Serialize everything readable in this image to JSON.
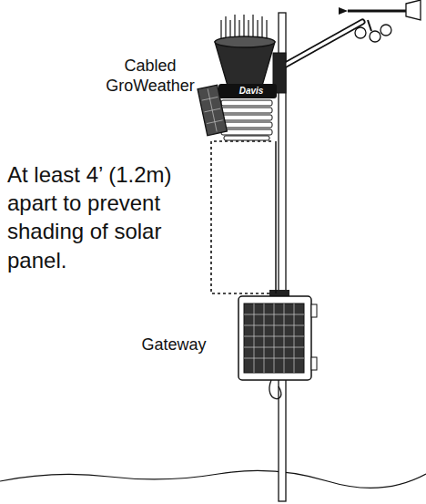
{
  "diagram": {
    "nodes": [
      {
        "text": [
          "Cabled GroWeather"
        ]
      },
      {
        "text": [
          "Gateway"
        ]
      }
    ],
    "edges": [
      {
        "from": 0,
        "to": 1,
        "arrow": "none"
      }
    ],
    "labels": [
      "At least 4’ (1.2m) apart to prevent shading of solar panel.",
      "Davis"
    ]
  }
}
